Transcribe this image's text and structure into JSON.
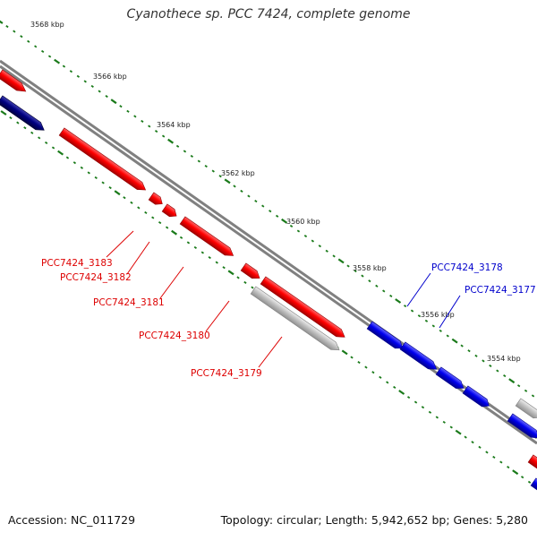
{
  "title": "Cyanothece sp. PCC 7424, complete genome",
  "footer": {
    "accession": "Accession: NC_011729",
    "summary": "Topology: circular; Length: 5,942,652 bp; Genes: 5,280"
  },
  "colors": {
    "forward_gene": "#ff0000",
    "reverse_gene": "#0000ee",
    "dark_gene": "#000080",
    "pseudo_gene": "#c0c0c0",
    "backbone": "#808080",
    "ticks": "#1a7a1a",
    "forward_label": "#dd0000",
    "reverse_label": "#0000cc"
  },
  "scale_labels": [
    "3568 kbp",
    "3566 kbp",
    "3564 kbp",
    "3562 kbp",
    "3560 kbp",
    "3558 kbp",
    "3556 kbp",
    "3554 kbp"
  ],
  "gene_labels": {
    "g3183": "PCC7424_3183",
    "g3182": "PCC7424_3182",
    "g3181": "PCC7424_3181",
    "g3180": "PCC7424_3180",
    "g3179": "PCC7424_3179",
    "g3178": "PCC7424_3178",
    "g3177": "PCC7424_3177"
  }
}
